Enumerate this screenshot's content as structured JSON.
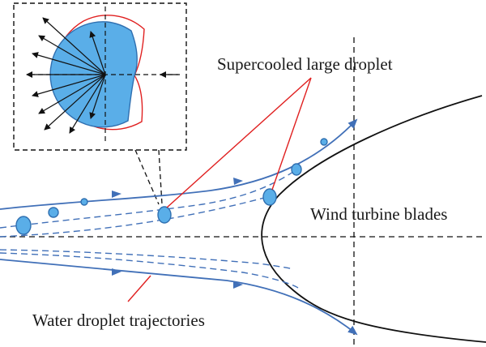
{
  "labels": {
    "supercooled": "Supercooled large droplet",
    "blade": "Wind turbine blades",
    "trajectories": "Water droplet trajectories"
  },
  "colors": {
    "droplet_fill": "#5aaee8",
    "droplet_stroke": "#2f6fb0",
    "trajectory": "#4170b8",
    "leader_line": "#e02020",
    "envelope": "#e02020",
    "black": "#111111"
  }
}
